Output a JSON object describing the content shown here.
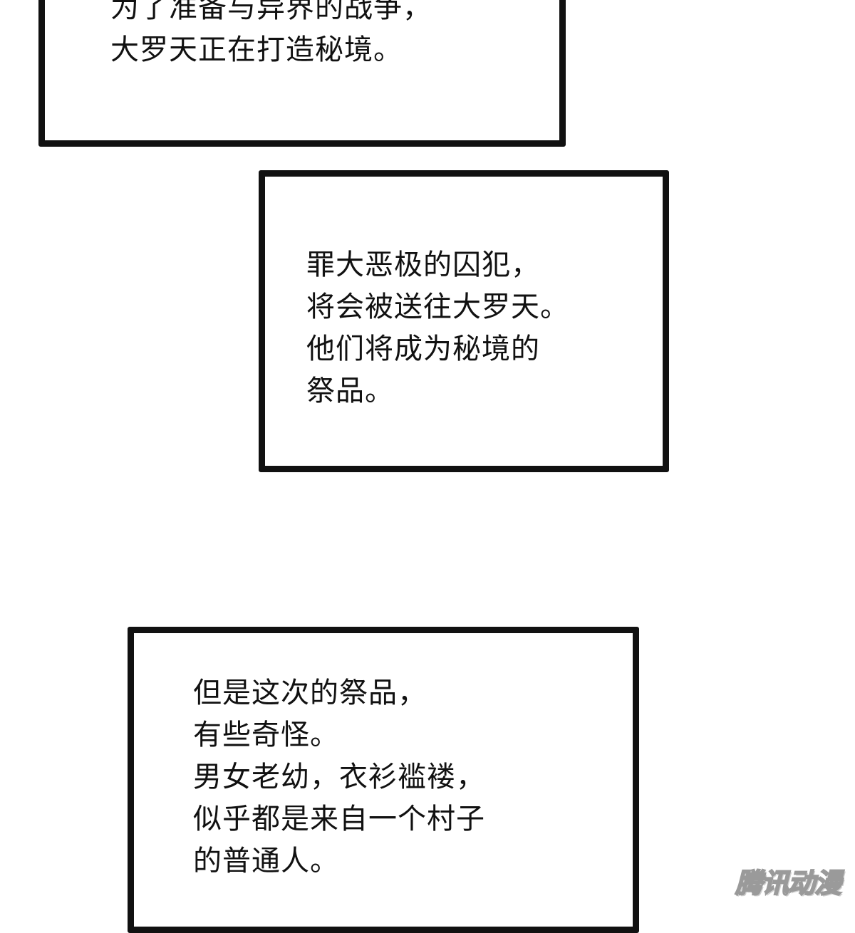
{
  "panels": {
    "top": {
      "lines": [
        "为了准备与异界的战争，",
        "大罗天正在打造秘境。"
      ]
    },
    "middle": {
      "lines": [
        "罪大恶极的囚犯，",
        "将会被送往大罗天。",
        "他们将成为秘境的",
        "祭品。"
      ]
    },
    "bottom": {
      "lines": [
        "但是这次的祭品，",
        "有些奇怪。",
        "男女老幼，衣衫褴褛，",
        "似乎都是来自一个村子",
        "的普通人。"
      ]
    }
  },
  "watermark": {
    "text": "腾讯动漫"
  }
}
